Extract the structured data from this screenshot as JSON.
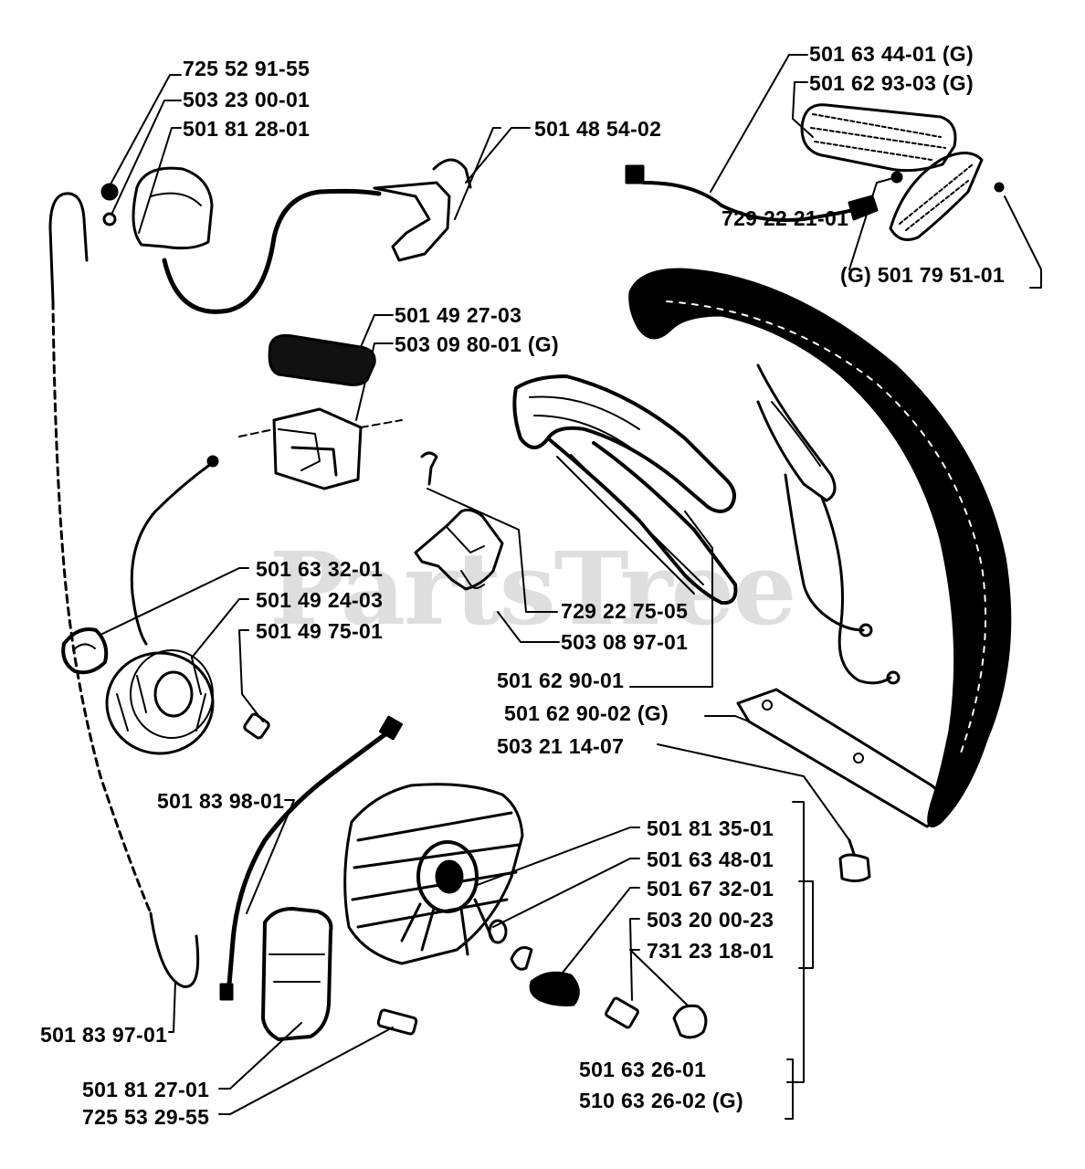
{
  "watermark": "PartsTree",
  "watermark_mark": "™",
  "labels": {
    "p725529155": "725 52 91-55",
    "p503230001": "503 23 00-01",
    "p501812801": "501 81 28-01",
    "p501485402": "501 48 54-02",
    "p501634401g": "501 63 44-01 (G)",
    "p501629303g": "501 62 93-03 (G)",
    "p729222101": "729 22 21-01",
    "p501795101g": "(G) 501 79 51-01",
    "p501492703": "501 49 27-03",
    "p503098001g": "503 09 80-01 (G)",
    "p501633201": "501 63 32-01",
    "p501492403": "501 49 24-03",
    "p501497501": "501 49 75-01",
    "p729227505": "729 22 75-05",
    "p503089701": "503 08 97-01",
    "p501629001": "501 62 90-01",
    "p501629002g": "501 62 90-02 (G)",
    "p503211407": "503 21 14-07",
    "p501839801": "501 83 98-01",
    "p501813501": "501 81 35-01",
    "p501634801": "501 63 48-01",
    "p501673201": "501 67 32-01",
    "p503200023": "503 20 00-23",
    "p731231801": "731 23 18-01",
    "p501839701": "501 83 97-01",
    "p501812701": "501 81 27-01",
    "p725532955": "725 53 29-55",
    "p501632601": "501 63 26-01",
    "p510632602g": "510 63 26-02 (G)"
  }
}
